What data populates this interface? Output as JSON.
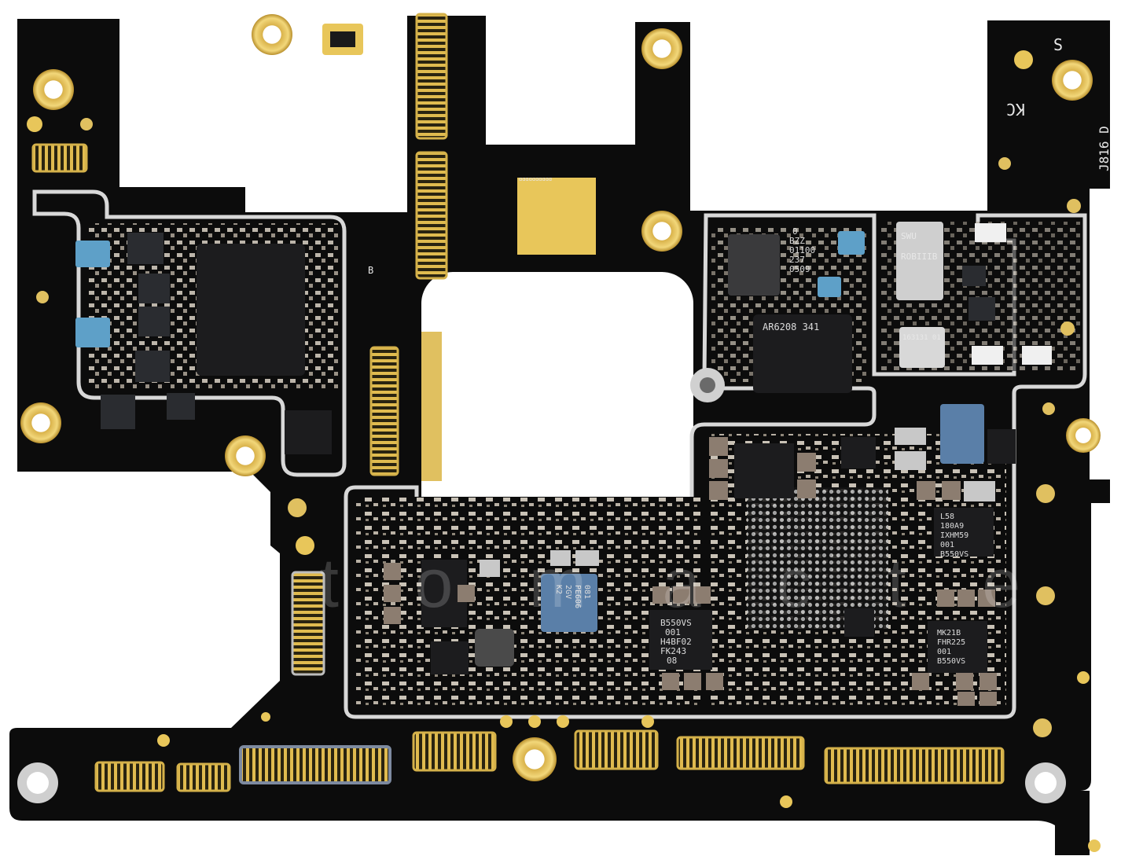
{
  "board": {
    "silkscreen": {
      "letter_s": "S",
      "letter_kc": "KC",
      "board_id": "J816 D",
      "letter_b": "B",
      "tiny_code": "ɑɑɑɑɑɑɑɑɑɑ"
    },
    "chips": {
      "ic_0509": [
        "0",
        "BZZ",
        "01100",
        "237",
        "0509"
      ],
      "ic_ar6208": [
        "AR6208 341"
      ],
      "ic_1631": [
        "163131 01"
      ],
      "ic_sm": [
        "SWU",
        "ROBIIIB"
      ],
      "ic_b550_center": [
        "B550VS",
        "001",
        "H4BF02",
        "FK243",
        "08"
      ],
      "ic_b550_right": [
        "B550VS",
        "001",
        "FHR225",
        "MK21B"
      ],
      "ic_b550_upper": [
        "B550VS",
        "001",
        "IXHM59",
        "180A9",
        "L58"
      ],
      "ic_pe": [
        "081",
        "PE606",
        "2GV",
        "K2"
      ]
    },
    "watermark": "i c t o m a c t e",
    "colors": {
      "pcb": "#0c0c0c",
      "gold": "#e8c65a",
      "shield": "#d8d8d8",
      "chip_dark": "#1e1e20",
      "chip_blue": "#5ea0c8"
    }
  }
}
